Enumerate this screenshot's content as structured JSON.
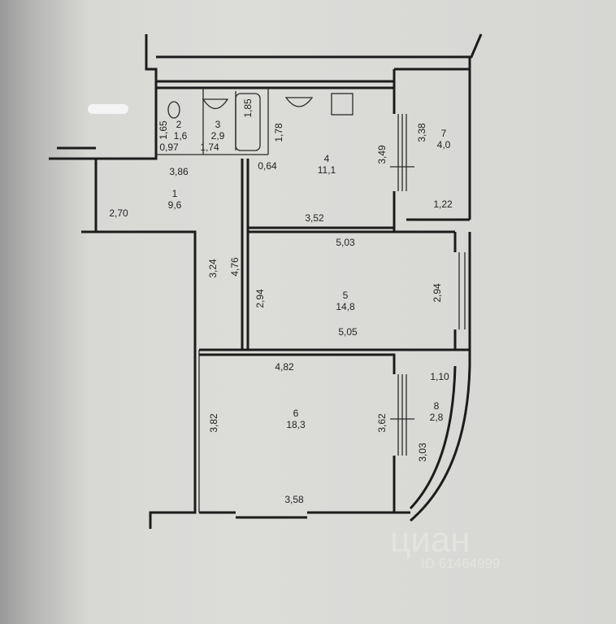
{
  "rooms": [
    {
      "number": "1",
      "area": "9,6"
    },
    {
      "number": "2",
      "area": "1,6"
    },
    {
      "number": "3",
      "area": "2,9"
    },
    {
      "number": "4",
      "area": "11,1"
    },
    {
      "number": "5",
      "area": "14,8"
    },
    {
      "number": "6",
      "area": "18,3"
    },
    {
      "number": "7",
      "area": "4,0"
    },
    {
      "number": "8",
      "area": "2,8"
    }
  ],
  "dimensions": {
    "d165": "1,65",
    "d097": "0,97",
    "d174": "1,74",
    "d185": "1,85",
    "d178": "1,78",
    "d386": "3,86",
    "d064": "0,64",
    "d349": "3,49",
    "d338": "3,38",
    "d122": "1,22",
    "d270": "2,70",
    "d352": "3,52",
    "d503": "5,03",
    "d324": "3,24",
    "d476": "4,76",
    "d294a": "2,94",
    "d294b": "2,94",
    "d505": "5,05",
    "d482": "4,82",
    "d110": "1,10",
    "d382": "3,82",
    "d362": "3,62",
    "d303": "3,03",
    "d358": "3,58"
  },
  "watermark": {
    "brand": "циан",
    "id": "ID 61464999"
  }
}
